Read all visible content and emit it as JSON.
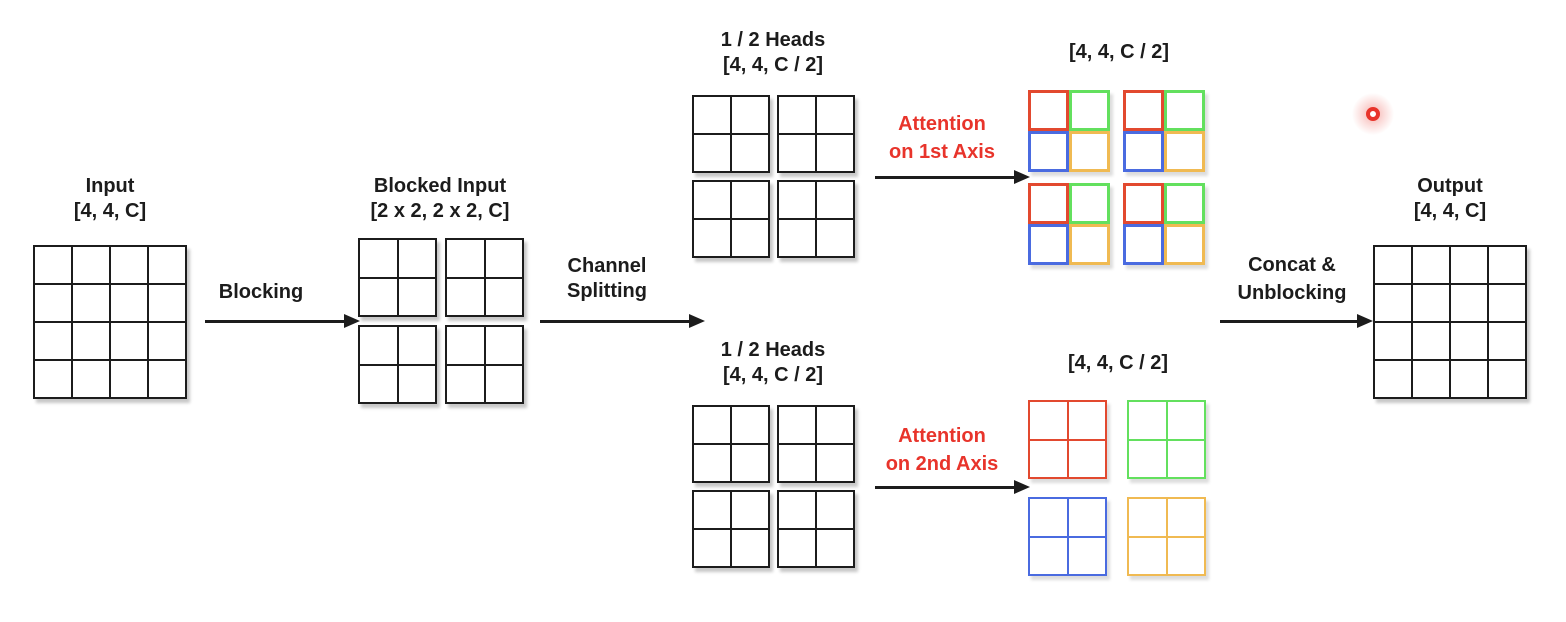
{
  "colors": {
    "text": "#1c1c1c",
    "line": "#1c1c1c",
    "accent": "#e8342b",
    "red": "#e2492f",
    "green": "#63e05e",
    "blue": "#4a6be0",
    "orange": "#f0ba52"
  },
  "stages": {
    "input": {
      "title": "Input",
      "shape": "[4, 4, C]"
    },
    "blocked_input": {
      "title": "Blocked Input",
      "shape": "[2 x 2, 2 x 2, C]"
    },
    "heads_top": {
      "title": "1 / 2 Heads",
      "shape": "[4, 4, C / 2]"
    },
    "heads_bottom": {
      "title": "1 / 2 Heads",
      "shape": "[4, 4, C / 2]"
    },
    "result_top": {
      "shape_pre": "[",
      "shape_highlight": "4",
      "shape_post": ", 4, C / 2]",
      "cells": [
        "red",
        "green",
        "blue",
        "orange"
      ]
    },
    "result_bottom": {
      "shape_pre": "[4, ",
      "shape_highlight": "4",
      "shape_post": ", C / 2]",
      "grids": [
        "red",
        "green",
        "blue",
        "orange"
      ]
    },
    "output": {
      "title": "Output",
      "shape": "[4, 4, C]"
    }
  },
  "arrows": {
    "blocking": {
      "label": "Blocking"
    },
    "channel_splitting": {
      "line1": "Channel",
      "line2": "Splitting"
    },
    "attention_1st": {
      "line1": "Attention",
      "line2": "on 1st Axis"
    },
    "attention_2nd": {
      "line1": "Attention",
      "line2": "on 2nd Axis"
    },
    "concat_unblocking": {
      "line1": "Concat &",
      "line2": "Unblocking"
    }
  },
  "annotations": {
    "laser_pointer_icon": "laser-pointer-dot"
  }
}
